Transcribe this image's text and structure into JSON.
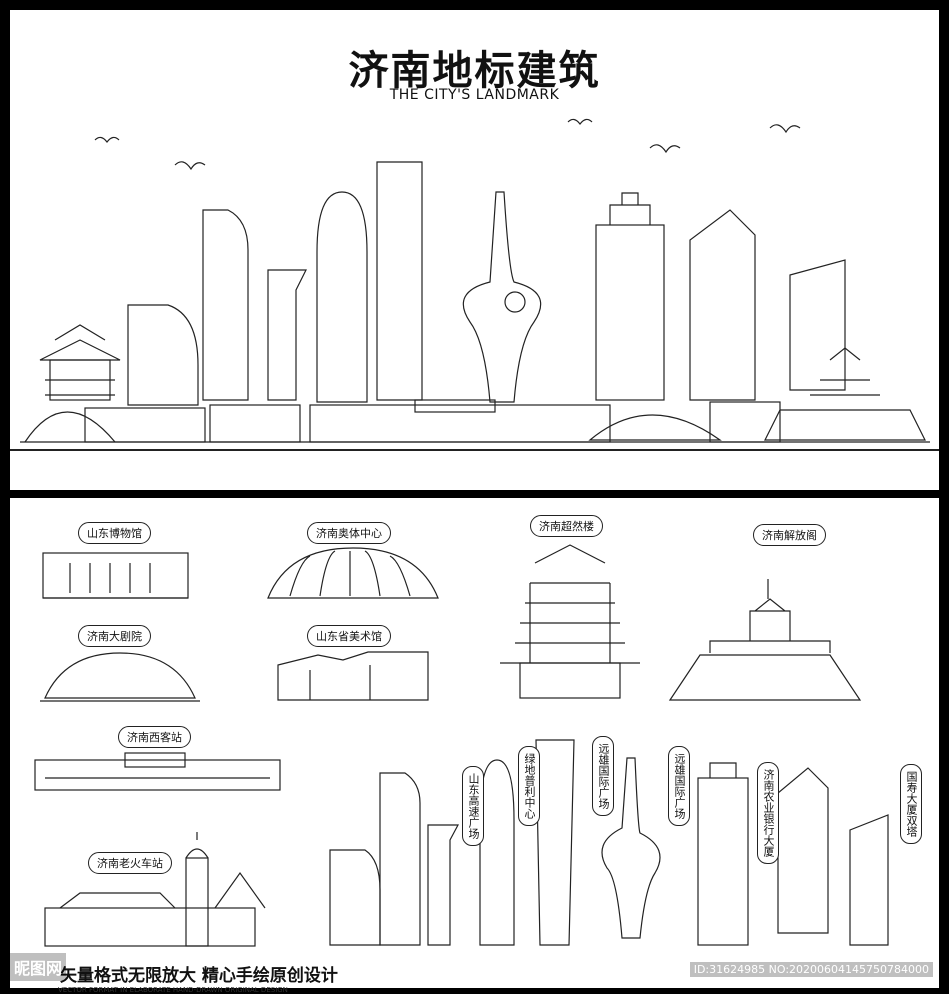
{
  "header": {
    "title": "济南地标建筑",
    "subtitle": "THE CITY'S LANDMARK"
  },
  "labels": {
    "museum": "山东博物馆",
    "olympic": "济南奥体中心",
    "chaoran": "济南超然楼",
    "jiefang": "济南解放阁",
    "theatre": "济南大剧院",
    "art": "山东省美术馆",
    "west_station": "济南西客站",
    "old_station": "济南老火车站",
    "gaosu": "山东高速广场",
    "lvdi": "绿地普利中心",
    "yuanxiong1": "远雄国际广场",
    "yuanxiong2": "远雄国际广场",
    "nongye": "济南农业银行大厦",
    "guoshou": "国寿大厦双塔"
  },
  "footer": {
    "slogan": "矢量格式无限放大  精心手绘原创设计",
    "tagline": "VECTOR FORMAT IN ELABORATE HAND-DRAWN ORIGINAL DESIGN"
  },
  "watermark": {
    "site": "昵图网",
    "id": "ID:31624985 NO:20200604145750784000"
  },
  "colors": {
    "background": "#000000",
    "panel": "#ffffff",
    "line": "#222222"
  }
}
